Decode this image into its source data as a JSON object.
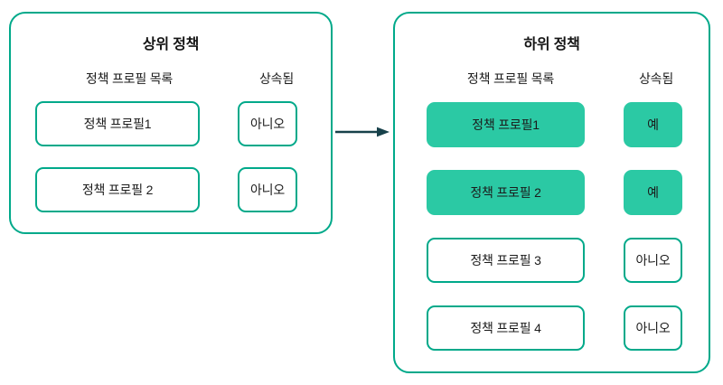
{
  "diagram": {
    "title_semantic": "policy-profile-inheritance",
    "colors": {
      "panel_border": "#00a98a",
      "chip_border": "#00a98a",
      "chip_filled_fill": "#2bc9a4",
      "arrow": "#17414a",
      "text": "#1b1b1b",
      "background": "#ffffff"
    },
    "connector": {
      "icon": "arrow-right-icon",
      "direction": "left-to-right"
    }
  },
  "parent_panel": {
    "title": "상위 정책",
    "headers": {
      "profiles": "정책 프로필 목록",
      "inherited": "상속됨"
    },
    "rows": [
      {
        "profile": "정책 프로필1",
        "inherited": "아니오",
        "highlighted": false
      },
      {
        "profile": "정책 프로필 2",
        "inherited": "아니오",
        "highlighted": false
      }
    ]
  },
  "child_panel": {
    "title": "하위 정책",
    "headers": {
      "profiles": "정책 프로필 목록",
      "inherited": "상속됨"
    },
    "rows": [
      {
        "profile": "정책 프로필1",
        "inherited": "예",
        "highlighted": true
      },
      {
        "profile": "정책 프로필 2",
        "inherited": "예",
        "highlighted": true
      },
      {
        "profile": "정책 프로필 3",
        "inherited": "아니오",
        "highlighted": false
      },
      {
        "profile": "정책 프로필 4",
        "inherited": "아니오",
        "highlighted": false
      }
    ]
  }
}
